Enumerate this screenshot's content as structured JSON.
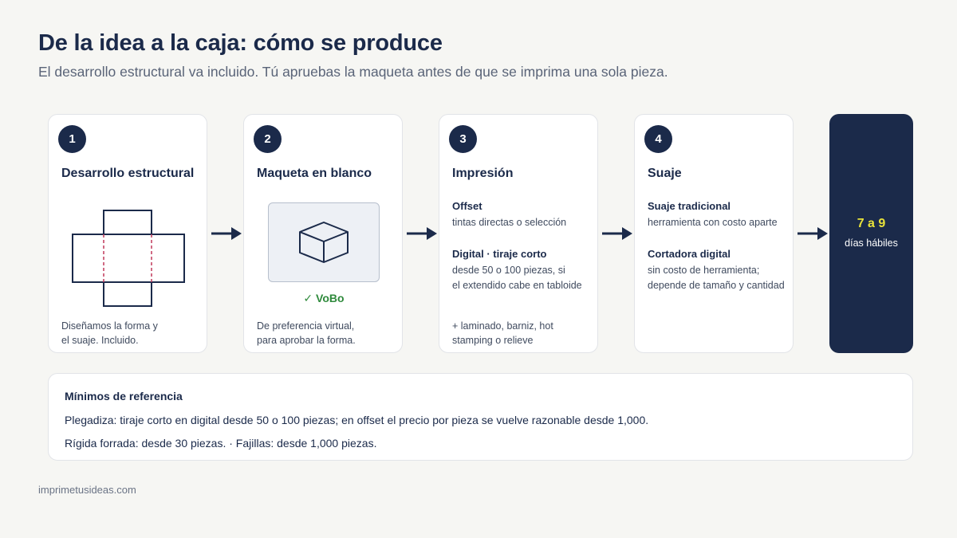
{
  "header": {
    "title": "De la idea a la caja: cómo se produce",
    "subtitle": "El desarrollo estructural va incluido. Tú apruebas la maqueta antes de que se imprima una sola pieza."
  },
  "steps": [
    {
      "number": "1",
      "title": "Desarrollo estructural",
      "desc_line1": "Diseñamos la forma y",
      "desc_line2": "el suaje. Incluido.",
      "icon": "box-dieline-icon"
    },
    {
      "number": "2",
      "title": "Maqueta en blanco",
      "approval": "✓ VoBo",
      "desc_line1": "De preferencia virtual,",
      "desc_line2": "para aprobar la forma.",
      "icon": "cube-icon"
    },
    {
      "number": "3",
      "title": "Impresión",
      "options": [
        {
          "head": "Offset",
          "line1": "tintas directas o selección",
          "line2": ""
        },
        {
          "head": "Digital · tiraje corto",
          "line1": "desde 50 o 100 piezas, si",
          "line2": "el extendido cabe en tabloide"
        }
      ],
      "desc_line1": "+ laminado, barniz, hot",
      "desc_line2": "stamping o relieve"
    },
    {
      "number": "4",
      "title": "Suaje",
      "options": [
        {
          "head": "Suaje tradicional",
          "line1": "herramienta con costo aparte",
          "line2": ""
        },
        {
          "head": "Cortadora digital",
          "line1": "sin costo de herramienta;",
          "line2": "depende de tamaño y cantidad"
        }
      ]
    }
  ],
  "final": {
    "days": "7 a 9",
    "label": "días hábiles"
  },
  "minimos": {
    "title": "Mínimos de referencia",
    "line1": "Plegadiza: tiraje corto en digital desde 50 o 100 piezas; en offset el precio por pieza se vuelve razonable desde 1,000.",
    "line2": "Rígida forrada: desde 30 piezas. · Fajillas: desde 1,000 piezas."
  },
  "footer": {
    "site": "imprimetusideas.com"
  },
  "colors": {
    "navy": "#1b2a4a",
    "accent_yellow": "#e8e23a",
    "approval_green": "#2f8a3c",
    "fold_line": "#c0395a"
  }
}
